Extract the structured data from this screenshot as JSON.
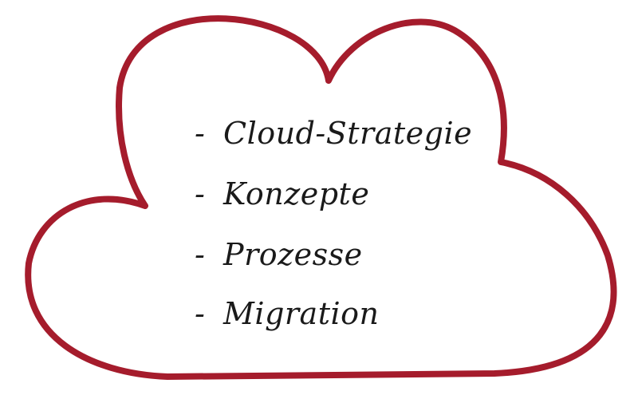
{
  "colors": {
    "cloud_outline": "#a51c2c",
    "background": "#ffffff",
    "text": "#1a1a1a"
  },
  "list": {
    "bullet": "-",
    "items": [
      "Cloud-Strategie",
      "Konzepte",
      "Prozesse",
      "Migration"
    ]
  }
}
